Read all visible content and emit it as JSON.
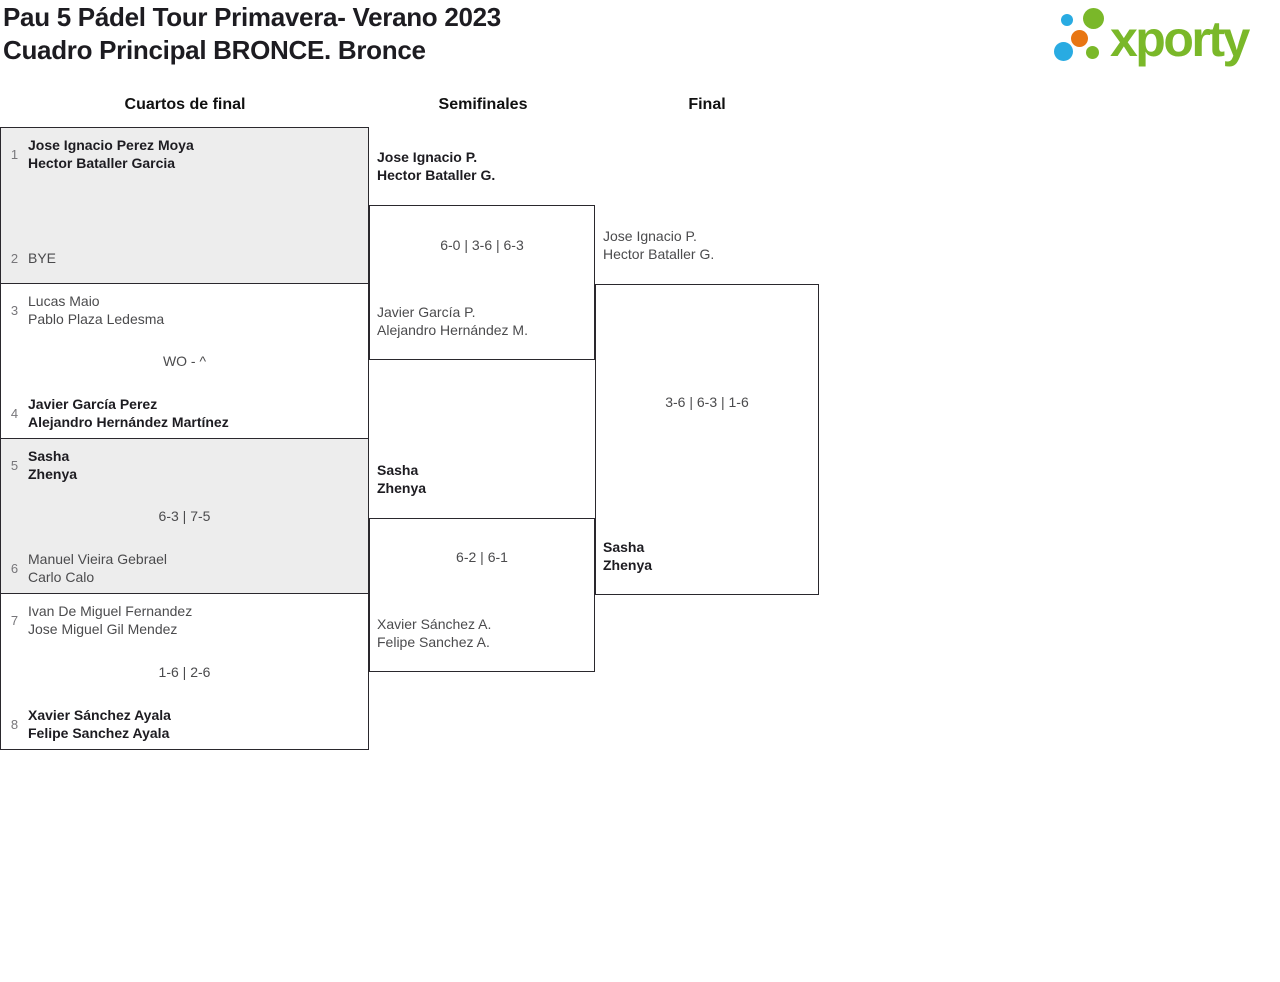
{
  "header": {
    "title_line1": "Pau 5 Pádel Tour Primavera- Verano 2023",
    "title_line2": "Cuadro Principal BRONCE. Bronce"
  },
  "logo": {
    "wordmark": "xporty",
    "colors": {
      "green": "#7ab829",
      "blue": "#29abe2",
      "orange": "#e87613"
    }
  },
  "rounds": {
    "quarterfinals_label": "Cuartos de final",
    "semifinals_label": "Semifinales",
    "final_label": "Final"
  },
  "quarterfinals": [
    {
      "seed_top": "1",
      "team_top_line1": "Jose Ignacio Perez Moya",
      "team_top_line2": "Hector Bataller Garcia",
      "top_winner": true,
      "score": "",
      "seed_bottom": "2",
      "team_bottom_line1": "BYE",
      "team_bottom_line2": "",
      "bottom_winner": false
    },
    {
      "seed_top": "3",
      "team_top_line1": "Lucas Maio",
      "team_top_line2": "Pablo Plaza Ledesma",
      "top_winner": false,
      "score": "WO - ^",
      "seed_bottom": "4",
      "team_bottom_line1": "Javier García Perez",
      "team_bottom_line2": "Alejandro Hernández Martínez",
      "bottom_winner": true
    },
    {
      "seed_top": "5",
      "team_top_line1": "Sasha",
      "team_top_line2": "Zhenya",
      "top_winner": true,
      "score": "6-3 | 7-5",
      "seed_bottom": "6",
      "team_bottom_line1": "Manuel Vieira Gebrael",
      "team_bottom_line2": "Carlo Calo",
      "bottom_winner": false
    },
    {
      "seed_top": "7",
      "team_top_line1": "Ivan De Miguel Fernandez",
      "team_top_line2": "Jose Miguel Gil Mendez",
      "top_winner": false,
      "score": "1-6 | 2-6",
      "seed_bottom": "8",
      "team_bottom_line1": "Xavier Sánchez Ayala",
      "team_bottom_line2": "Felipe Sanchez Ayala",
      "bottom_winner": true
    }
  ],
  "semifinals": [
    {
      "team_top_line1": "Jose Ignacio P.",
      "team_top_line2": "Hector Bataller G.",
      "top_winner": true,
      "score": "6-0 | 3-6 | 6-3",
      "team_bottom_line1": "Javier García P.",
      "team_bottom_line2": "Alejandro Hernández M.",
      "bottom_winner": false
    },
    {
      "team_top_line1": "Sasha",
      "team_top_line2": "Zhenya",
      "top_winner": true,
      "score": "6-2 | 6-1",
      "team_bottom_line1": "Xavier Sánchez A.",
      "team_bottom_line2": "Felipe Sanchez A.",
      "bottom_winner": false
    }
  ],
  "final": {
    "team_top_line1": "Jose Ignacio P.",
    "team_top_line2": "Hector Bataller G.",
    "top_winner": false,
    "score": "3-6 | 6-3 | 1-6",
    "team_bottom_line1": "Sasha",
    "team_bottom_line2": "Zhenya",
    "bottom_winner": true
  }
}
